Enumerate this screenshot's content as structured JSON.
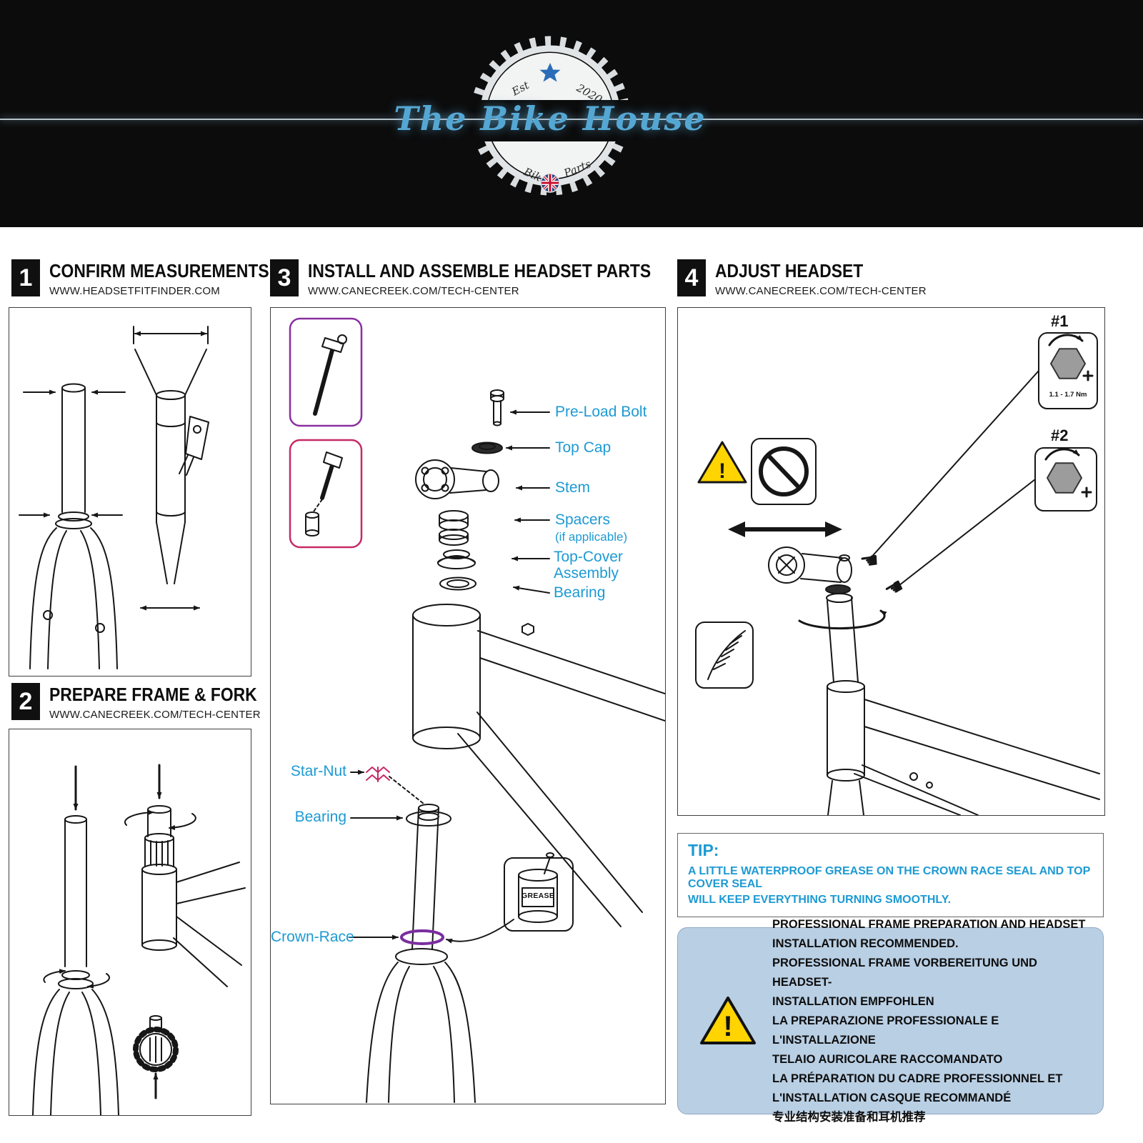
{
  "header": {
    "brand": "The Bike House",
    "est": "Est",
    "year": "2020",
    "ring_left": "Bike",
    "ring_right": "Parts"
  },
  "sections": {
    "s1": {
      "num": "1",
      "title": "CONFIRM MEASUREMENTS",
      "url": "WWW.HEADSETFITFINDER.COM"
    },
    "s2": {
      "num": "2",
      "title": "PREPARE FRAME & FORK",
      "url": "WWW.CANECREEK.COM/TECH-CENTER"
    },
    "s3": {
      "num": "3",
      "title": "INSTALL AND ASSEMBLE HEADSET PARTS",
      "url": "WWW.CANECREEK.COM/TECH-CENTER"
    },
    "s4": {
      "num": "4",
      "title": "ADJUST HEADSET",
      "url": "WWW.CANECREEK.COM/TECH-CENTER"
    }
  },
  "assembly": {
    "pre_load_bolt": "Pre-Load Bolt",
    "top_cap": "Top Cap",
    "stem": "Stem",
    "spacers": "Spacers",
    "spacers_note": "(if applicable)",
    "top_cover_1": "Top-Cover",
    "top_cover_2": "Assembly",
    "bearing_top": "Bearing",
    "star_nut": "Star-Nut",
    "bearing_bottom": "Bearing",
    "crown_race": "Crown-Race",
    "grease": "GREASE"
  },
  "adjust": {
    "tool1": "#1",
    "tool1_torque": "1.1 - 1.7 Nm",
    "tool2": "#2",
    "warning": "!"
  },
  "tip": {
    "title": "TIP:",
    "line1": "A LITTLE WATERPROOF GREASE ON THE CROWN RACE SEAL AND TOP COVER SEAL",
    "line2": "WILL KEEP EVERYTHING TURNING SMOOTHLY."
  },
  "notice": {
    "warning": "!",
    "lines": [
      "PROFESSIONAL FRAME PREPARATION AND HEADSET",
      "INSTALLATION RECOMMENDED.",
      "PROFESSIONAL FRAME VORBEREITUNG UND HEADSET-",
      "INSTALLATION EMPFOHLEN",
      "LA PREPARAZIONE PROFESSIONALE E L'INSTALLAZIONE",
      "TELAIO AURICOLARE RACCOMANDATO",
      "LA PRÉPARATION DU CADRE PROFESSIONNEL ET",
      "L'INSTALLATION CASQUE RECOMMANDÉ",
      "专业结构安装准备和耳机推荐"
    ]
  },
  "colors": {
    "label_blue": "#1d9ad3",
    "accent_purple": "#8b2fa0",
    "accent_pink": "#c62a66",
    "notice_bg": "#b9cfe4",
    "warning_yellow": "#ffd400",
    "banner_black": "#0c0c0c",
    "brand_blue": "#55a7d3"
  }
}
